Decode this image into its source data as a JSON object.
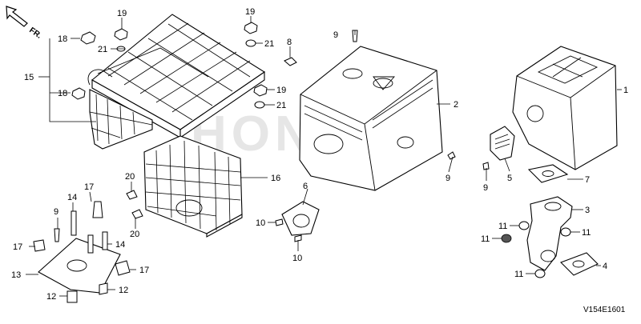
{
  "diagram": {
    "direction_label": "FR.",
    "watermark": "HONDA",
    "diagram_code": "V154E1601",
    "callouts": {
      "c1": "1",
      "c2": "2",
      "c3": "3",
      "c4": "4",
      "c5": "5",
      "c6": "6",
      "c7": "7",
      "c8": "8",
      "c9a": "9",
      "c9b": "9",
      "c9c": "9",
      "c9d": "9",
      "c10a": "10",
      "c10b": "10",
      "c11a": "11",
      "c11b": "11",
      "c11c": "11",
      "c11d": "11",
      "c12a": "12",
      "c12b": "12",
      "c13": "13",
      "c14a": "14",
      "c14b": "14",
      "c15": "15",
      "c16": "16",
      "c17a": "17",
      "c17b": "17",
      "c17c": "17",
      "c18a": "18",
      "c18b": "18",
      "c19a": "19",
      "c19b": "19",
      "c19c": "19",
      "c20a": "20",
      "c20b": "20",
      "c21a": "21",
      "c21b": "21",
      "c21c": "21"
    }
  }
}
